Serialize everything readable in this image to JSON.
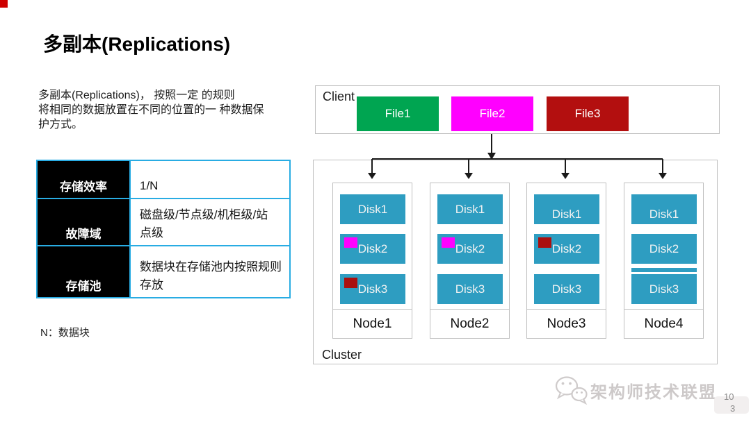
{
  "slide": {
    "title": "多副本(Replications)",
    "intro_lines": [
      "多副本(Replications)， 按照一定 的规则",
      "将相同的数据放置在不同的位置的一 种数据保",
      "护方式。"
    ],
    "note": "N：数据块"
  },
  "table": {
    "border_color": "#29ACE3",
    "header_bg": "#000000",
    "rows": [
      {
        "label": "存储效率",
        "lines": [
          "1/N"
        ]
      },
      {
        "label": "故障域",
        "lines": [
          "磁盘级/节点级/机柜级/站",
          "点级"
        ]
      },
      {
        "label": "存储池",
        "lines": [
          "数据块在存储池内按照规则",
          "存放"
        ]
      }
    ]
  },
  "diagram": {
    "client": {
      "label": "Client",
      "files": [
        {
          "label": "File1",
          "color": "#00A551"
        },
        {
          "label": "File2",
          "color": "#FF00FF"
        },
        {
          "label": "File3",
          "color": "#B30F0F"
        }
      ]
    },
    "cluster": {
      "label": "Cluster",
      "disk_color": "#2E9DC1",
      "nodes": [
        {
          "label": "Node1",
          "disks": [
            {
              "label": "Disk1"
            },
            {
              "label": "Disk2",
              "chip": "#FF00FF"
            },
            {
              "label": "Disk3",
              "chip": "#AA0F0F"
            }
          ]
        },
        {
          "label": "Node2",
          "disks": [
            {
              "label": "Disk1"
            },
            {
              "label": "Disk2",
              "chip": "#FF00FF"
            },
            {
              "label": "Disk3"
            }
          ]
        },
        {
          "label": "Node3",
          "disks": [
            {
              "label": "Disk1"
            },
            {
              "label": "Disk2",
              "chip": "#AA0F0F"
            },
            {
              "label": "Disk3"
            }
          ]
        },
        {
          "label": "Node4",
          "disks": [
            {
              "label": "Disk1"
            },
            {
              "label": "Disk2"
            },
            {
              "label": "Disk3"
            }
          ]
        }
      ]
    }
  },
  "footer": {
    "brand": "架构师技术联盟",
    "page_line1": "10",
    "page_line2": "3"
  }
}
